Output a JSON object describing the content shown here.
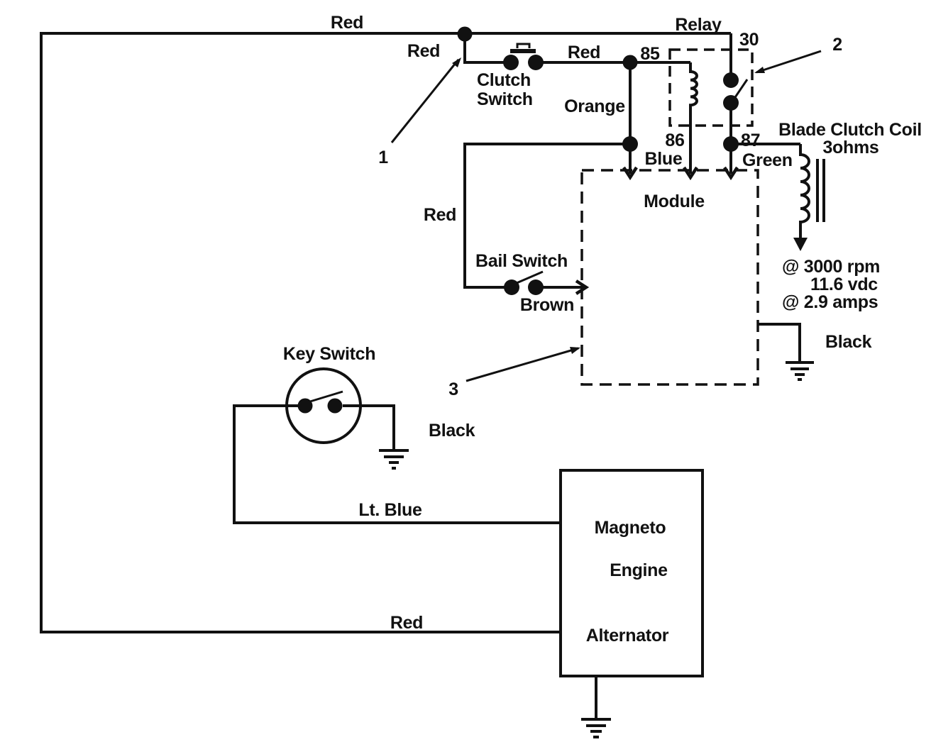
{
  "diagram": {
    "colors": {
      "ink": "#111111",
      "background": "#ffffff"
    },
    "wire_labels": {
      "red_top": "Red",
      "red_clutch_feed": "Red",
      "red_clutch_out": "Red",
      "orange": "Orange",
      "blue": "Blue",
      "green": "Green",
      "red_bail_loop": "Red",
      "brown": "Brown",
      "black_module_ground": "Black",
      "black_key_ground": "Black",
      "lt_blue": "Lt. Blue",
      "red_bottom": "Red"
    },
    "components": {
      "clutch_switch": {
        "label_line1": "Clutch",
        "label_line2": "Switch"
      },
      "relay": {
        "label": "Relay",
        "terminal_30": "30",
        "terminal_85": "85",
        "terminal_86": "86",
        "terminal_87": "87"
      },
      "module": {
        "label": "Module"
      },
      "blade_clutch_coil": {
        "label": "Blade Clutch Coil",
        "resistance": "3ohms",
        "spec_line1": "@ 3000 rpm",
        "spec_line2": "11.6 vdc",
        "spec_line3": "@ 2.9 amps"
      },
      "bail_switch": {
        "label": "Bail Switch"
      },
      "key_switch": {
        "label": "Key Switch"
      },
      "engine_block": {
        "label_line1": "Magneto",
        "label_line2": "Engine",
        "label_line3": "Alternator"
      }
    },
    "callouts": {
      "c1": "1",
      "c2": "2",
      "c3": "3"
    }
  }
}
